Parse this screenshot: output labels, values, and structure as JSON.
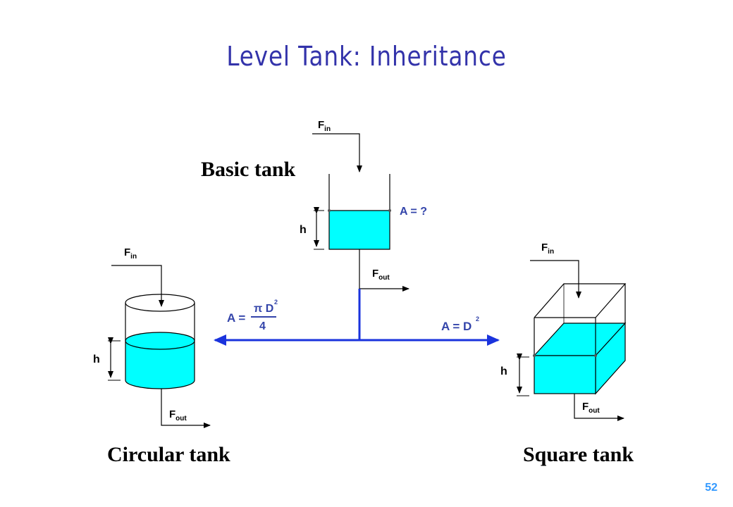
{
  "slide": {
    "title": "Level Tank: Inheritance",
    "page_number": "52"
  },
  "basic_tank": {
    "caption": "Basic tank",
    "fin": {
      "main": "F",
      "sub": "in"
    },
    "fout": {
      "main": "F",
      "sub": "out"
    },
    "h": "h",
    "area": "A = ?"
  },
  "circular_tank": {
    "caption": "Circular tank",
    "fin": {
      "main": "F",
      "sub": "in"
    },
    "fout": {
      "main": "F",
      "sub": "out"
    },
    "h": "h",
    "formula": {
      "lhs": "A =",
      "numerator": "π D",
      "exp": "2",
      "denominator": "4"
    }
  },
  "square_tank": {
    "caption": "Square tank",
    "fin": {
      "main": "F",
      "sub": "in"
    },
    "fout": {
      "main": "F",
      "sub": "out"
    },
    "h": "h",
    "formula": {
      "lhs": "A = D",
      "exp": "2"
    }
  },
  "colors": {
    "title": "#3333aa",
    "water": "#00ffff",
    "arrow": "#1a33dd",
    "formula": "#3344aa",
    "page_number": "#3399ff"
  }
}
